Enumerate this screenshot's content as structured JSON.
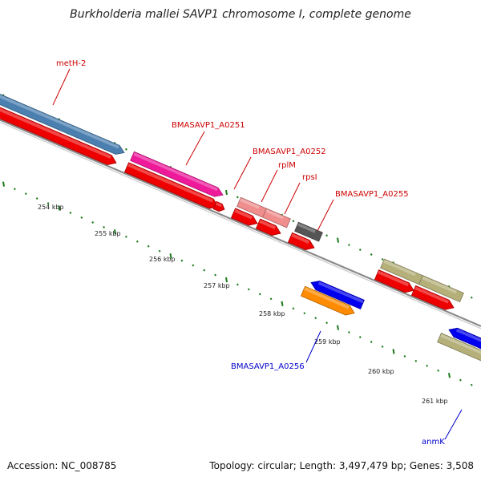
{
  "title": "Burkholderia mallei SAVP1 chromosome I, complete genome",
  "accession": "Accession: NC_008785",
  "summary": "Topology: circular; Length: 3,497,479 bp; Genes: 3,508",
  "colors": {
    "forward_label": "#cc0000",
    "reverse_label": "#0000cc",
    "tick": "#1a7a1a",
    "backbone": "#777777"
  },
  "genes": [
    {
      "label": "metH-2",
      "strand": "forward",
      "color": "#4a7fb0"
    },
    {
      "label": "BMASAVP1_A0251",
      "strand": "forward",
      "color": "#ee1a9a"
    },
    {
      "label": "BMASAVP1_A0252",
      "strand": "forward",
      "color": "#f08e8e"
    },
    {
      "label": "rplM",
      "strand": "forward",
      "color": "#f08e8e"
    },
    {
      "label": "rpsI",
      "strand": "forward",
      "color": "#f08e8e"
    },
    {
      "label": "BMASAVP1_A0255",
      "strand": "forward",
      "color": "#555555"
    },
    {
      "label": "",
      "strand": "forward",
      "color": "#b5b07a"
    },
    {
      "label": "",
      "strand": "forward",
      "color": "#b5b07a"
    },
    {
      "label": "BMASAVP1_A0256",
      "strand": "reverse",
      "color": "#ff8c00"
    },
    {
      "label": "",
      "strand": "reverse",
      "color": "#0000ee"
    },
    {
      "label": "",
      "strand": "reverse",
      "color": "#0000ee"
    },
    {
      "label": "anmK",
      "strand": "reverse",
      "color": "#b5b07a"
    }
  ],
  "ticks": [
    "254 kbp",
    "255 kbp",
    "256 kbp",
    "257 kbp",
    "258 kbp",
    "259 kbp",
    "260 kbp",
    "261 kbp"
  ]
}
